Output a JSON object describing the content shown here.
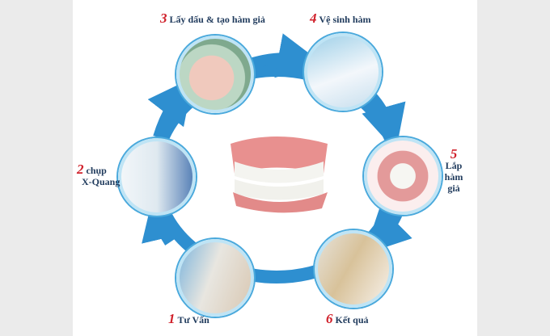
{
  "title": "Dental denture process",
  "colors": {
    "ring": "#2e8fd0",
    "number": "#d0202a",
    "label": "#1f3a5c"
  },
  "steps": [
    {
      "num": "1",
      "label": "Tư Vấn"
    },
    {
      "num": "2",
      "label_line1": "chụp",
      "label_line2": "X-Quang"
    },
    {
      "num": "3",
      "label": "Lấy dấu & tạo hàm giả"
    },
    {
      "num": "4",
      "label": "Vệ sinh hàm"
    },
    {
      "num": "5",
      "label_line1": "Lắp",
      "label_line2": "hàm",
      "label_line3": "giả"
    },
    {
      "num": "6",
      "label": "Kết quả"
    }
  ]
}
